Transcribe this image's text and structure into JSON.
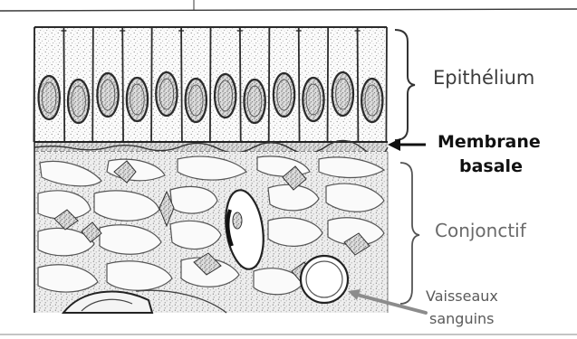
{
  "labels": {
    "epithelium": "Epithélium",
    "membrane_line1": "Membrane",
    "membrane_line2": "basale",
    "conjonctif": "Conjonctif",
    "vessels_line1": "Vaisseaux",
    "vessels_line2": "sanguins"
  },
  "colors": {
    "ink": "#2b2b2b",
    "stipple": "#8a8a8a",
    "arrow_gray": "#8c8c8c"
  },
  "structure": {
    "epithelial_cell_count": 12
  }
}
